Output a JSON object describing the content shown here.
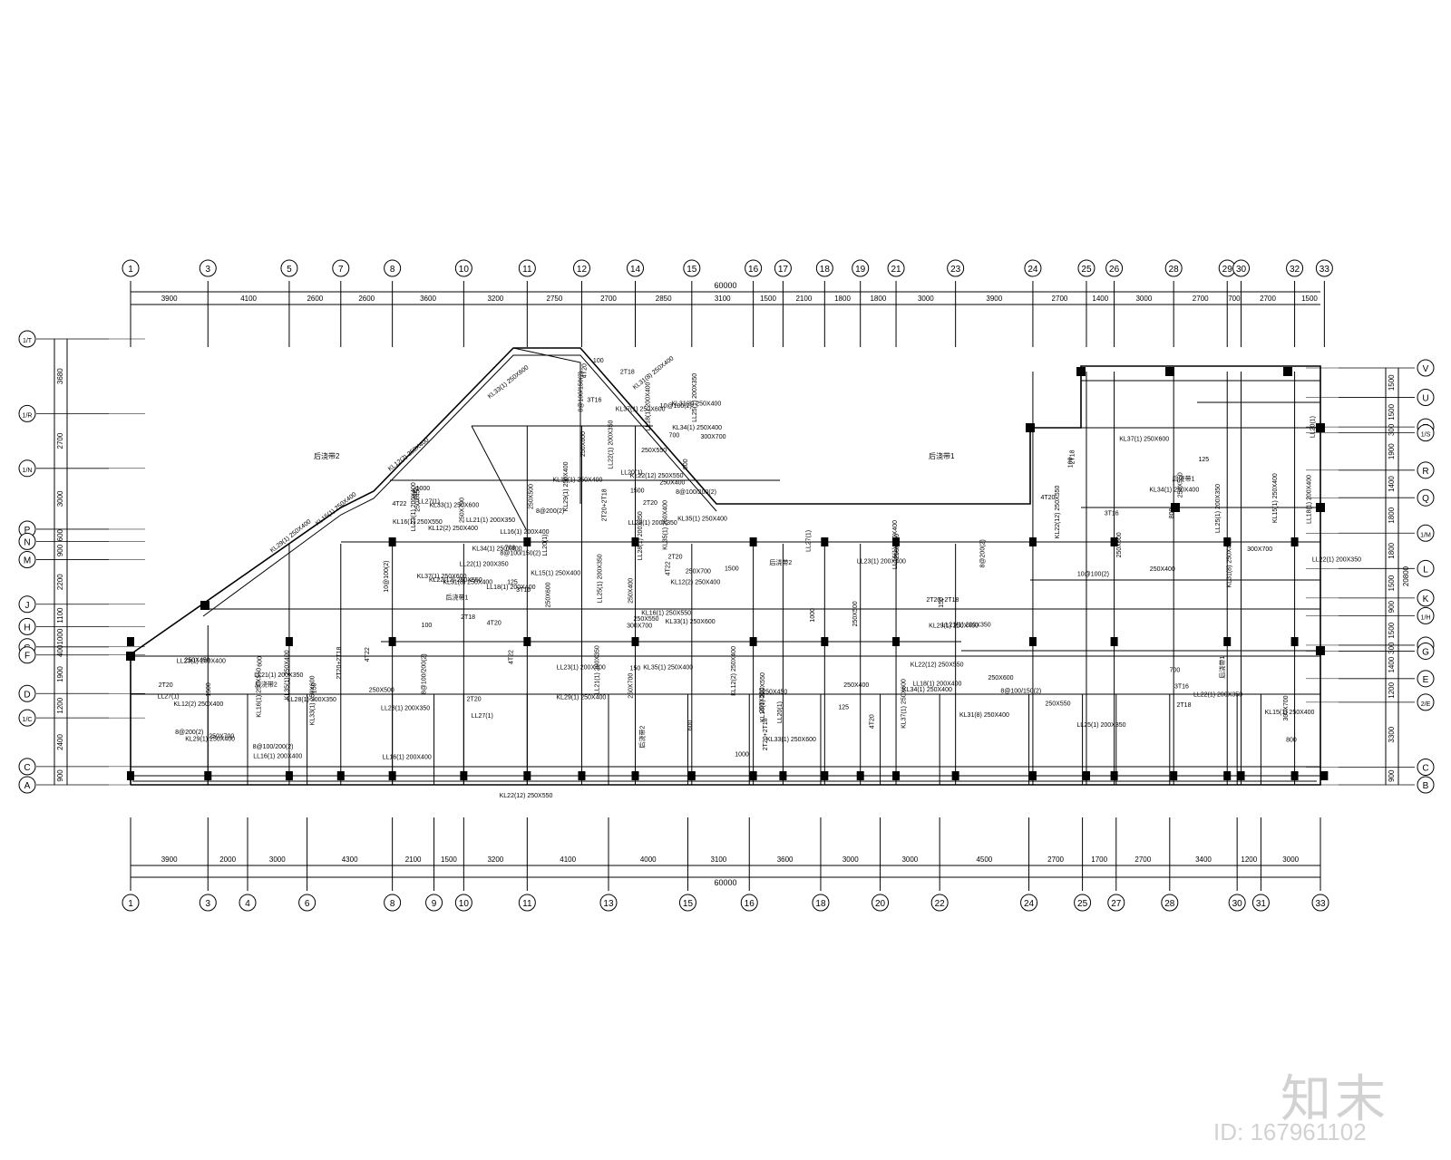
{
  "top_axes": [
    "1",
    "3",
    "5",
    "7",
    "8",
    "10",
    "11",
    "12",
    "14",
    "15",
    "16",
    "17",
    "18",
    "19",
    "21",
    "23",
    "24",
    "25",
    "26",
    "28",
    "29",
    "30",
    "32",
    "33"
  ],
  "top_dims": [
    "3900",
    "4100",
    "2600",
    "2600",
    "3600",
    "3200",
    "2750",
    "2700",
    "2850",
    "3100",
    "1500",
    "2100",
    "1800",
    "1800",
    "3000",
    "3900",
    "2700",
    "1400",
    "3000",
    "2700",
    "700",
    "2700",
    "1500"
  ],
  "top_total": "60000",
  "bottom_axes": [
    "1",
    "3",
    "4",
    "6",
    "8",
    "9",
    "10",
    "11",
    "13",
    "15",
    "16",
    "18",
    "20",
    "22",
    "24",
    "25",
    "27",
    "28",
    "30",
    "31",
    "33"
  ],
  "bottom_dims": [
    "3900",
    "2000",
    "3000",
    "4300",
    "2100",
    "1500",
    "3200",
    "4100",
    "4000",
    "3100",
    "3600",
    "3000",
    "3000",
    "4500",
    "2700",
    "1700",
    "2700",
    "3400",
    "1200",
    "3000"
  ],
  "bottom_total": "60000",
  "left_axes": [
    "1/T",
    "1/R",
    "1/N",
    "P",
    "N",
    "M",
    "J",
    "H",
    "G",
    "F",
    "D",
    "1/C",
    "C",
    "A"
  ],
  "left_dims": [
    "3680",
    "2700",
    "3000",
    "600",
    "900",
    "2200",
    "1100",
    "1000",
    "400",
    "1900",
    "1200",
    "2400",
    "900"
  ],
  "right_axes": [
    "V",
    "U",
    "T",
    "1/S",
    "R",
    "Q",
    "1/M",
    "L",
    "K",
    "1/H",
    "1/G",
    "G",
    "E",
    "2/E",
    "C",
    "B"
  ],
  "right_dims": [
    "1500",
    "1500",
    "300",
    "1900",
    "1400",
    "1800",
    "1800",
    "1500",
    "900",
    "1500",
    "300",
    "1400",
    "1200",
    "3300",
    "900"
  ],
  "right_total": "20800",
  "beam_labels": [
    "KL16(1) 250X550",
    "KL31(8) 250X400",
    "KL33(1) 250X600",
    "KL34(1) 250X400",
    "KL35(1) 250X400",
    "KL37(1) 250X600",
    "KL29(1) 250X400",
    "KL15(1) 250X400",
    "KL12(2) 250X400",
    "KL22(12) 250X550",
    "LL16(1) 200X400",
    "LL18(1) 200X400",
    "LL21(1) 200X350",
    "LL22(1) 200X350",
    "LL23(1) 200X400",
    "LL25(1) 200X350",
    "LL28(1) 200X350",
    "LL20(1)",
    "LL27(1)",
    "250X400",
    "250X450",
    "250X550",
    "250X500",
    "250X600",
    "250X700",
    "300X700",
    "2T20+2T18",
    "4T20",
    "2T20",
    "3T16",
    "4T22",
    "2T18",
    "8@100/200(2)",
    "8@100/150(2)",
    "8@200(2)",
    "10@100(2)",
    "后浇带2",
    "后浇带1",
    "1000",
    "800",
    "600",
    "700",
    "1500",
    "100",
    "150",
    "125"
  ],
  "watermark": {
    "logo": "知末",
    "id": "ID: 167961102"
  },
  "colors": {
    "line": "#000000",
    "column": "#000000",
    "background": "#ffffff",
    "watermark": "#d2d2d2"
  }
}
